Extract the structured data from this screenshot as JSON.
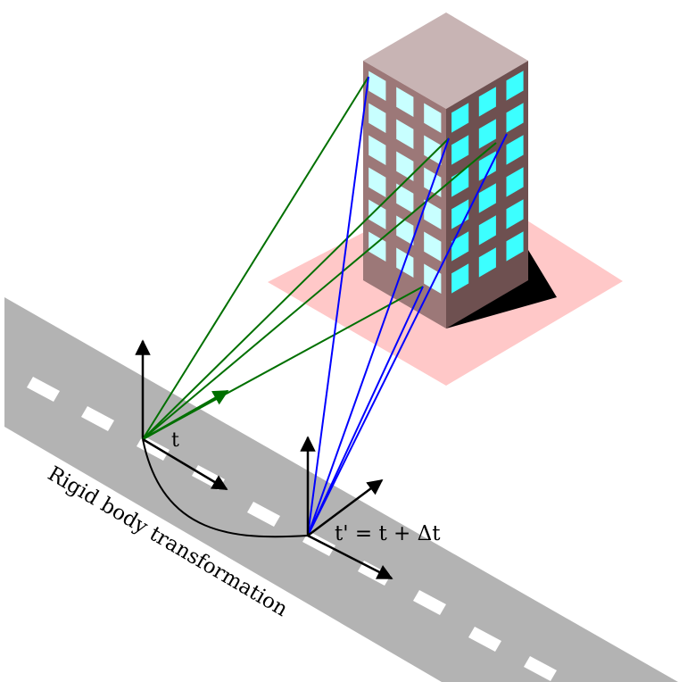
{
  "labels": {
    "frame_t": "t",
    "frame_t2": "t' = t + Δt",
    "transformation": "Rigid body transformation"
  },
  "colors": {
    "road": "#b3b3b3",
    "road_marking": "#ffffff",
    "ground_patch": "#ffc8c8",
    "building_roof": "#c8b4b4",
    "building_left_face": "#9c7878",
    "building_right_face": "#6e5050",
    "window_left": "#c8ffff",
    "window_right": "#3cffff",
    "shadow": "#000000",
    "rays_pose1": "#007000",
    "rays_pose2": "#0000ff",
    "axes": "#000000",
    "trajectory": "#000000"
  }
}
